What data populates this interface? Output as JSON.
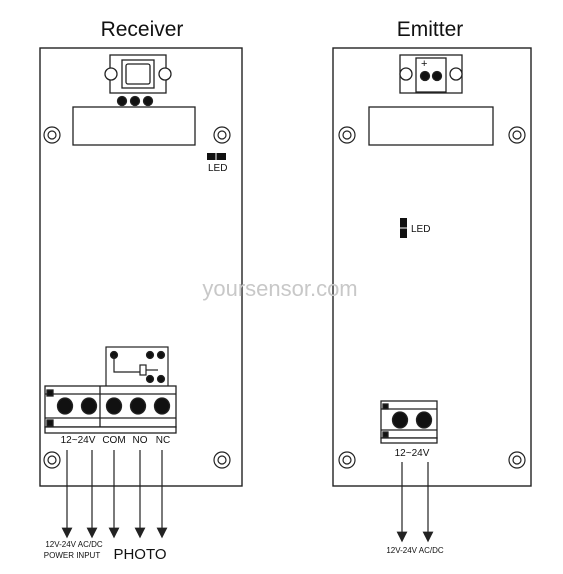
{
  "receiver": {
    "title": "Receiver",
    "led_label": "LED",
    "terminals": [
      "12~24V",
      "COM",
      "NO",
      "NC"
    ],
    "power_caption_line1": "12V-24V AC/DC",
    "power_caption_line2": "POWER INPUT",
    "photo_caption": "PHOTO"
  },
  "emitter": {
    "title": "Emitter",
    "led_label": "LED",
    "terminal_label": "12~24V",
    "power_caption": "12V-24V AC/DC",
    "polarity_mark": "+"
  },
  "watermark": "yoursensor.com",
  "colors": {
    "line": "#222222",
    "fill": "#ffffff",
    "watermark": "#c8c8c8"
  }
}
